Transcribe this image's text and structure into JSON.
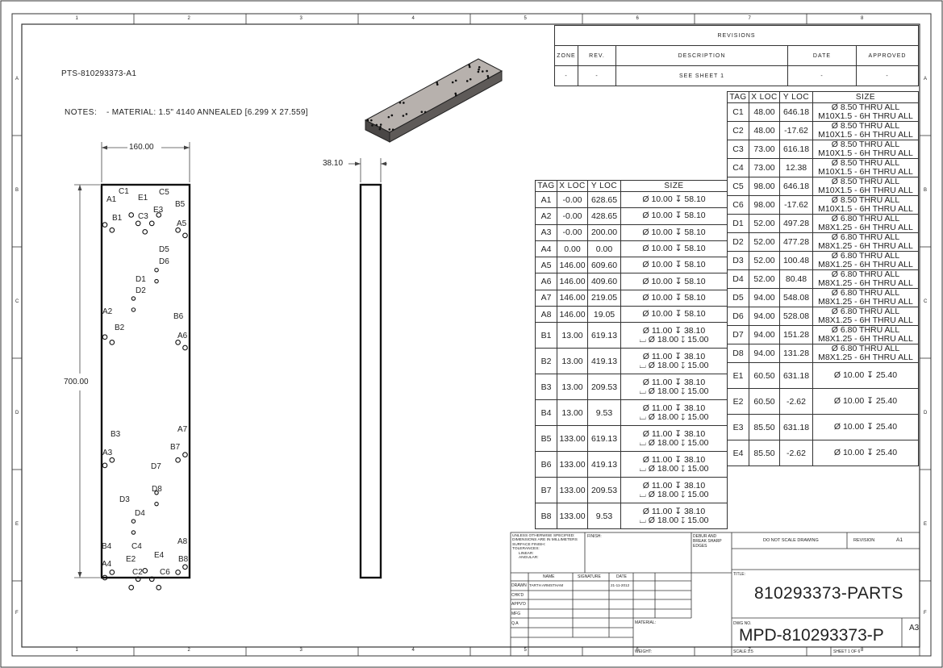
{
  "border": {
    "columns_top": [
      "1",
      "2",
      "3",
      "4",
      "5",
      "6",
      "7",
      "8"
    ],
    "rows_left": [
      "A",
      "B",
      "C",
      "D",
      "E",
      "F"
    ]
  },
  "part_id": "PTS-810293373-A1",
  "notes": {
    "label": "NOTES:",
    "material": "- MATERIAL: 1.5\" 4140 ANNEALED [6.299 X 27.559]"
  },
  "dims": {
    "width": "160.00",
    "height": "700.00",
    "thickness": "38.10"
  },
  "front_view_labels": [
    "C1",
    "E1",
    "C5",
    "A1",
    "B1",
    "C3",
    "E3",
    "B5",
    "A5",
    "D5",
    "D6",
    "D1",
    "D2",
    "A2",
    "B2",
    "B6",
    "A6",
    "A7",
    "B7",
    "B3",
    "A3",
    "D7",
    "D8",
    "D3",
    "D4",
    "A8",
    "B4",
    "C4",
    "E4",
    "E2",
    "B8",
    "A4",
    "C2",
    "C6"
  ],
  "revisions": {
    "title": "REVISIONS",
    "headers": [
      "ZONE",
      "REV.",
      "DESCRIPTION",
      "DATE",
      "APPROVED"
    ],
    "row": [
      "-",
      "-",
      "SEE SHEET 1",
      "-",
      "-"
    ]
  },
  "table_a": {
    "headers": [
      "TAG",
      "X LOC",
      "Y LOC",
      "SIZE"
    ],
    "rows": [
      {
        "tag": "A1",
        "x": "-0.00",
        "y": "628.65",
        "s1": "Ø 10.00 ↧ 58.10",
        "s2": ""
      },
      {
        "tag": "A2",
        "x": "-0.00",
        "y": "428.65",
        "s1": "Ø 10.00 ↧ 58.10",
        "s2": ""
      },
      {
        "tag": "A3",
        "x": "-0.00",
        "y": "200.00",
        "s1": "Ø 10.00 ↧ 58.10",
        "s2": ""
      },
      {
        "tag": "A4",
        "x": "0.00",
        "y": "0.00",
        "s1": "Ø 10.00 ↧ 58.10",
        "s2": ""
      },
      {
        "tag": "A5",
        "x": "146.00",
        "y": "609.60",
        "s1": "Ø 10.00 ↧ 58.10",
        "s2": ""
      },
      {
        "tag": "A6",
        "x": "146.00",
        "y": "409.60",
        "s1": "Ø 10.00 ↧ 58.10",
        "s2": ""
      },
      {
        "tag": "A7",
        "x": "146.00",
        "y": "219.05",
        "s1": "Ø 10.00 ↧ 58.10",
        "s2": ""
      },
      {
        "tag": "A8",
        "x": "146.00",
        "y": "19.05",
        "s1": "Ø 10.00 ↧ 58.10",
        "s2": ""
      },
      {
        "tag": "B1",
        "x": "13.00",
        "y": "619.13",
        "s1": "Ø 11.00 ↧ 38.10",
        "s2": "⌴ Ø 18.00 ↧ 15.00"
      },
      {
        "tag": "B2",
        "x": "13.00",
        "y": "419.13",
        "s1": "Ø 11.00 ↧ 38.10",
        "s2": "⌴ Ø 18.00 ↧ 15.00"
      },
      {
        "tag": "B3",
        "x": "13.00",
        "y": "209.53",
        "s1": "Ø 11.00 ↧ 38.10",
        "s2": "⌴ Ø 18.00 ↧ 15.00"
      },
      {
        "tag": "B4",
        "x": "13.00",
        "y": "9.53",
        "s1": "Ø 11.00 ↧ 38.10",
        "s2": "⌴ Ø 18.00 ↧ 15.00"
      },
      {
        "tag": "B5",
        "x": "133.00",
        "y": "619.13",
        "s1": "Ø 11.00 ↧ 38.10",
        "s2": "⌴ Ø 18.00 ↧ 15.00"
      },
      {
        "tag": "B6",
        "x": "133.00",
        "y": "419.13",
        "s1": "Ø 11.00 ↧ 38.10",
        "s2": "⌴ Ø 18.00 ↧ 15.00"
      },
      {
        "tag": "B7",
        "x": "133.00",
        "y": "209.53",
        "s1": "Ø 11.00 ↧ 38.10",
        "s2": "⌴ Ø 18.00 ↧ 15.00"
      },
      {
        "tag": "B8",
        "x": "133.00",
        "y": "9.53",
        "s1": "Ø 11.00 ↧ 38.10",
        "s2": "⌴ Ø 18.00 ↧ 15.00"
      }
    ]
  },
  "table_b": {
    "headers": [
      "TAG",
      "X LOC",
      "Y LOC",
      "SIZE"
    ],
    "rows": [
      {
        "tag": "C1",
        "x": "48.00",
        "y": "646.18",
        "s1": "Ø 8.50 THRU ALL",
        "s2": "M10X1.5 - 6H THRU ALL"
      },
      {
        "tag": "C2",
        "x": "48.00",
        "y": "-17.62",
        "s1": "Ø 8.50 THRU ALL",
        "s2": "M10X1.5 - 6H THRU ALL"
      },
      {
        "tag": "C3",
        "x": "73.00",
        "y": "616.18",
        "s1": "Ø 8.50 THRU ALL",
        "s2": "M10X1.5 - 6H THRU ALL"
      },
      {
        "tag": "C4",
        "x": "73.00",
        "y": "12.38",
        "s1": "Ø 8.50 THRU ALL",
        "s2": "M10X1.5 - 6H THRU ALL"
      },
      {
        "tag": "C5",
        "x": "98.00",
        "y": "646.18",
        "s1": "Ø 8.50 THRU ALL",
        "s2": "M10X1.5 - 6H THRU ALL"
      },
      {
        "tag": "C6",
        "x": "98.00",
        "y": "-17.62",
        "s1": "Ø 8.50 THRU ALL",
        "s2": "M10X1.5 - 6H THRU ALL"
      },
      {
        "tag": "D1",
        "x": "52.00",
        "y": "497.28",
        "s1": "Ø 6.80 THRU ALL",
        "s2": "M8X1.25 - 6H THRU ALL"
      },
      {
        "tag": "D2",
        "x": "52.00",
        "y": "477.28",
        "s1": "Ø 6.80 THRU ALL",
        "s2": "M8X1.25 - 6H THRU ALL"
      },
      {
        "tag": "D3",
        "x": "52.00",
        "y": "100.48",
        "s1": "Ø 6.80 THRU ALL",
        "s2": "M8X1.25 - 6H THRU ALL"
      },
      {
        "tag": "D4",
        "x": "52.00",
        "y": "80.48",
        "s1": "Ø 6.80 THRU ALL",
        "s2": "M8X1.25 - 6H THRU ALL"
      },
      {
        "tag": "D5",
        "x": "94.00",
        "y": "548.08",
        "s1": "Ø 6.80 THRU ALL",
        "s2": "M8X1.25 - 6H THRU ALL"
      },
      {
        "tag": "D6",
        "x": "94.00",
        "y": "528.08",
        "s1": "Ø 6.80 THRU ALL",
        "s2": "M8X1.25 - 6H THRU ALL"
      },
      {
        "tag": "D7",
        "x": "94.00",
        "y": "151.28",
        "s1": "Ø 6.80 THRU ALL",
        "s2": "M8X1.25 - 6H THRU ALL"
      },
      {
        "tag": "D8",
        "x": "94.00",
        "y": "131.28",
        "s1": "Ø 6.80 THRU ALL",
        "s2": "M8X1.25 - 6H THRU ALL"
      },
      {
        "tag": "E1",
        "x": "60.50",
        "y": "631.18",
        "s1": "Ø 10.00 ↧ 25.40",
        "s2": ""
      },
      {
        "tag": "E2",
        "x": "60.50",
        "y": "-2.62",
        "s1": "Ø 10.00 ↧ 25.40",
        "s2": ""
      },
      {
        "tag": "E3",
        "x": "85.50",
        "y": "631.18",
        "s1": "Ø 10.00 ↧ 25.40",
        "s2": ""
      },
      {
        "tag": "E4",
        "x": "85.50",
        "y": "-2.62",
        "s1": "Ø 10.00 ↧ 25.40",
        "s2": ""
      }
    ]
  },
  "title_block": {
    "tolerance_note": [
      "UNLESS OTHERWISE SPECIFIED:",
      "DIMENSIONS ARE IN MILLIMETERS",
      "SURFACE FINISH:",
      "TOLERANCES:",
      "LINEAR:",
      "ANGULAR:"
    ],
    "finish": "FINISH:",
    "deburr": [
      "DEBUR AND",
      "BREAK SHARP",
      "EDGES"
    ],
    "do_not_scale": "DO NOT SCALE DRAWING",
    "revision_label": "REVISION",
    "revision_value": "A1",
    "name_headers": [
      "NAME",
      "SIGNATURE",
      "DATE"
    ],
    "rows": [
      "DRAWN",
      "CHK'D",
      "APPV'D",
      "MFG",
      "Q.A"
    ],
    "drawn_by": "TARTH ARMSTHAM",
    "drawn_date": "21-11-2012",
    "title_label": "TITLE:",
    "title": "810293373-PARTS",
    "material_label": "MATERIAL:",
    "weight_label": "WEIGHT:",
    "dwg_label": "DWG NO.",
    "dwg_no": "MPD-810293373-P",
    "size": "A3",
    "scale": "SCALE:1:5",
    "sheet": "SHEET 1 OF 6"
  }
}
